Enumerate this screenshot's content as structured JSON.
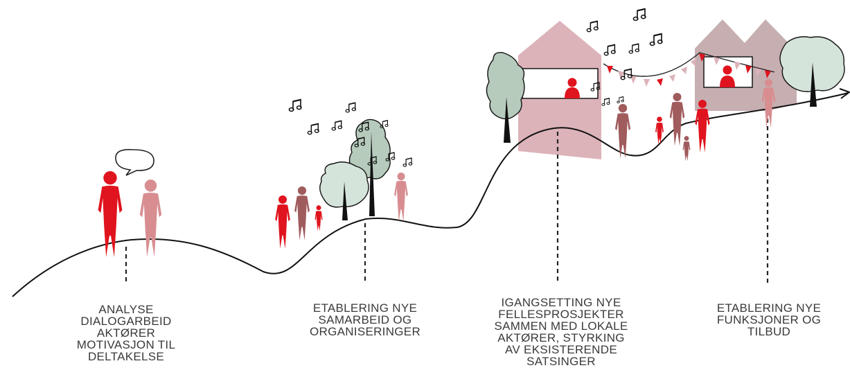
{
  "colors": {
    "red": "#e0141e",
    "pink": "#d88e91",
    "brown": "#a05b5d",
    "tree": "#d5e4da",
    "tree_dark": "#b7cbbd",
    "house_pink": "#dcb3b9",
    "house_mauve": "#c6aeb1",
    "line": "#111111"
  },
  "stages": [
    {
      "lines": [
        "ANALYSE",
        "DIALOGARBEID",
        "AKTØRER",
        "MOTIVASJON TIL",
        "DELTAKELSE"
      ]
    },
    {
      "lines": [
        "ETABLERING NYE",
        "SAMARBEID OG",
        "ORGANISERINGER"
      ]
    },
    {
      "lines": [
        "IGANGSETTING NYE",
        "FELLESPROSJEKTER",
        "SAMMEN MED LOKALE",
        "AKTØRER, STYRKING",
        "AV EKSISTERENDE",
        "SATSINGER"
      ]
    },
    {
      "lines": [
        "ETABLERING NYE",
        "FUNKSJONER OG",
        "TILBUD"
      ]
    }
  ],
  "icons": [
    "speech-bubble-icon",
    "music-note-icon",
    "tree-icon",
    "house-icon",
    "person-icon",
    "bunting-flag-icon",
    "arrow-icon"
  ]
}
